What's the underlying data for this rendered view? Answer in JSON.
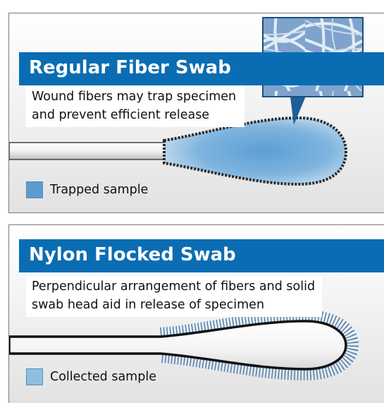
{
  "panels": [
    {
      "title": "Regular Fiber Swab",
      "description": [
        "Wound fibers may trap specimen",
        "and prevent efficient release"
      ],
      "legend": "Trapped sample",
      "legend_color": "#5b9bd0"
    },
    {
      "title": "Nylon Flocked Swab",
      "description": [
        "Perpendicular arrangement of fibers and solid",
        "swab head aid in release of specimen"
      ],
      "legend": "Collected sample",
      "legend_color": "#8fbfe0"
    }
  ],
  "colors": {
    "title_bar": "#0a6db3",
    "frame": "#7a7a7a"
  }
}
